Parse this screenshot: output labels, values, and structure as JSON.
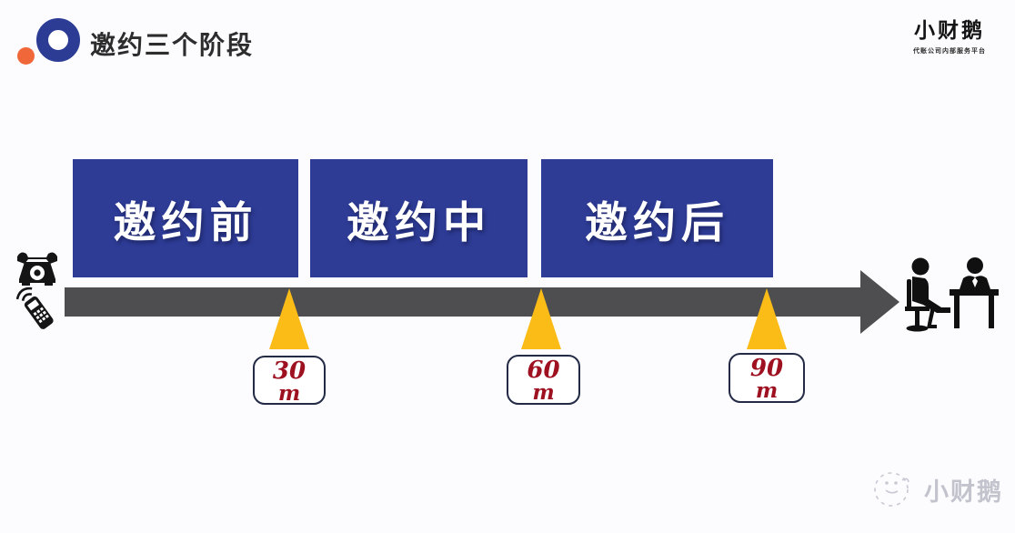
{
  "title": {
    "text": "邀约三个阶段"
  },
  "brand": {
    "name": "小财鹅",
    "tagline": "代账公司内部服务平台"
  },
  "stages": [
    {
      "label": "邀约前"
    },
    {
      "label": "邀约中"
    },
    {
      "label": "邀约后"
    }
  ],
  "timeline": {
    "start_icons": [
      "desk-phone-icon",
      "mobile-phone-icon"
    ],
    "end_icon": "interview-meeting-icon",
    "markers": [
      {
        "value": "30",
        "unit": "m"
      },
      {
        "value": "60",
        "unit": "m"
      },
      {
        "value": "90",
        "unit": "m"
      }
    ]
  },
  "watermark": {
    "text": "小财鹅"
  },
  "colors": {
    "stage_box_blue": "#2e3c96",
    "timeline_gray": "#4e4e50",
    "marker_triangle_yellow": "#fbbc17",
    "marker_text_red": "#9e1120",
    "brand_orange": "#f0683a",
    "brand_blue": "#2c3b94"
  }
}
